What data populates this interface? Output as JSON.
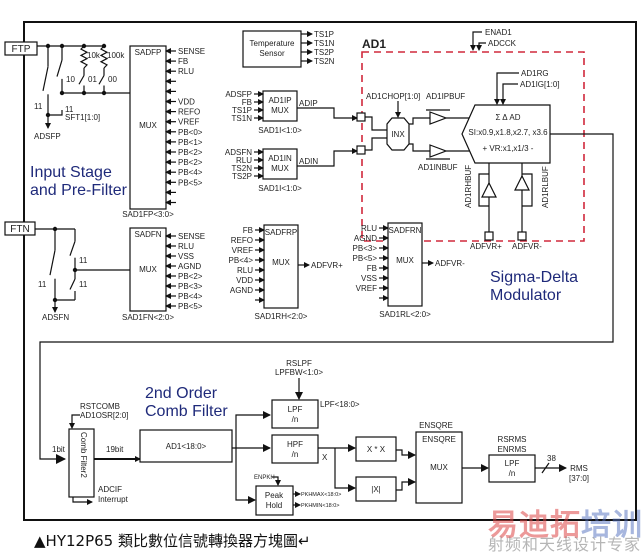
{
  "colors": {
    "line": "#111111",
    "section_title": "#1f2a7a",
    "ad1_dash": "#d0283c",
    "watermark_red": "#dc4646",
    "watermark_blue": "#506ebe"
  },
  "frame": {
    "section_titles": {
      "input_stage": [
        "Input Stage",
        "and Pre-Filter"
      ],
      "sigma_delta": [
        "Sigma-Delta",
        "Modulator"
      ],
      "comb": [
        "2nd Order",
        "Comb Filter"
      ]
    }
  },
  "input_stage": {
    "ftp_pin": "FTP",
    "ftn_pin": "FTN",
    "ftp_resistors": [
      "10k",
      "100k"
    ],
    "ftp_switch_codes": [
      "10",
      "01",
      "00"
    ],
    "ftp_ground_switch_code": "11",
    "ftp_sft_code": "11",
    "ftp_sft_label": "SFT1[1:0]",
    "ftp_ground_label": "ADSFP",
    "ftn_switch_codes": [
      "11",
      "11",
      "11"
    ],
    "ftn_ground_label": "ADSFN",
    "sadfp": {
      "title": "SADFP",
      "body": "MUX",
      "control": "SAD1FP<3:0>",
      "inputs": [
        "SENSE",
        "FB",
        "RLU",
        "",
        "",
        "VDD",
        "REFO",
        "VREF",
        "PB<0>",
        "PB<1>",
        "PB<2>",
        "PB<2>",
        "PB<4>",
        "PB<5>",
        "",
        ""
      ]
    },
    "sadfn": {
      "title": "SADFN",
      "body": "MUX",
      "control": "SAD1FN<2:0>",
      "inputs": [
        "SENSE",
        "RLU",
        "VSS",
        "AGND",
        "PB<2>",
        "PB<3>",
        "PB<4>",
        "PB<5>"
      ]
    }
  },
  "temperature_sensor": {
    "label": [
      "Temperature",
      "Sensor"
    ],
    "outputs": [
      "TS1P",
      "TS1N",
      "TS2P",
      "TS2N"
    ]
  },
  "ad1ip_mux": {
    "title": [
      "AD1IP",
      "MUX"
    ],
    "inputs": [
      "ADSFP",
      "FB",
      "TS1P",
      "TS1N"
    ],
    "output": "ADIP",
    "control": "SAD1I<1:0>"
  },
  "ad1in_mux": {
    "title": [
      "AD1IN",
      "MUX"
    ],
    "inputs": [
      "ADSFN",
      "RLU",
      "TS2N",
      "TS2P"
    ],
    "output": "ADIN",
    "control": "SAD1I<1:0>"
  },
  "ad1": {
    "title": "AD1",
    "enable": "ENAD1",
    "clock": "ADCCK",
    "chop": "AD1CHOP[1:0]",
    "inx": "INX",
    "pbuf": "AD1IPBUF",
    "nbuf": "AD1INBUF",
    "rg": "AD1RG",
    "ig": "AD1IG[1:0]",
    "sd_title": "Σ Δ AD",
    "sd_gain": "SI:x0.9,x1.8,x2.7, x3.6",
    "sd_vr": "+  VR:x1,x1/3  -",
    "rhbuf": "AD1RHBUF",
    "rlbuf": "AD1RLBUF",
    "vr_plus": "ADFVR+",
    "vr_minus": "ADFVR-"
  },
  "sadfrp": {
    "title": "SADFRP",
    "body": "MUX",
    "inputs": [
      "FB",
      "REFO",
      "VREF",
      "PB<4>",
      "RLU",
      "VDD",
      "AGND",
      ""
    ],
    "output": "ADFVR+",
    "control": "SAD1RH<2:0>"
  },
  "sadfrn": {
    "title": "SADFRN",
    "body": "MUX",
    "inputs": [
      "RLU",
      "AGND",
      "PB<3>",
      "PB<5>",
      "FB",
      "VSS",
      "VREF",
      ""
    ],
    "output": "ADFVR-",
    "control": "SAD1RL<2:0>"
  },
  "comb": {
    "reset": "RSTCOMB",
    "osr": "AD1OSR[2:0]",
    "block": "Comb Filter",
    "superscript": "2",
    "in_width": "1bit",
    "out_width": "19bit",
    "interrupt": [
      "ADCIF",
      "Interrupt"
    ],
    "register": "AD1<18:0>"
  },
  "post": {
    "lpf_ctrl": [
      "RSLPF",
      "LPFBW<1:0>"
    ],
    "lpf": [
      "LPF",
      "/n"
    ],
    "lpf_out": "LPF<18:0>",
    "hpf": [
      "HPF",
      "/n"
    ],
    "x_label": "X",
    "square": "X * X",
    "abs": "|X|",
    "peak_enable": "ENPKH",
    "peak": [
      "Peak",
      "Hold"
    ],
    "peak_max": "PKHMAX<18:0>",
    "peak_min": "PKHMIN<18:0>",
    "ensqre_ctrl": "ENSQRE",
    "ensqre_title": "ENSQRE",
    "ensqre_body": "MUX",
    "rms_ctrl": [
      "RSRMS",
      "ENRMS"
    ],
    "rms_lpf": [
      "LPF",
      "/n"
    ],
    "bus_width": "38",
    "rms_out": [
      "RMS",
      "[37:0]"
    ]
  },
  "caption": "▲HY12P65 類比數位信號轉換器方塊圖↵",
  "watermark": {
    "line1_red": "易迪拓",
    "line1_blue": "培训",
    "line2": "射频和天线设计专家"
  }
}
